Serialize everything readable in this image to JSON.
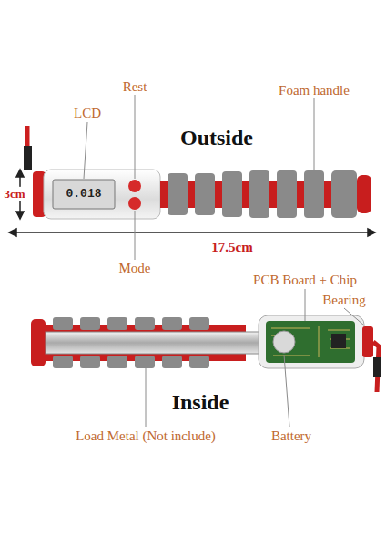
{
  "diagram": {
    "labels": [
      "LCD",
      "Rest",
      "Foam handle",
      "Outside",
      "0.018",
      "3cm",
      "17.5cm",
      "Mode",
      "PCB Board + Chip",
      "Bearing",
      "Inside",
      "Load Metal (Not include)",
      "Battery"
    ]
  }
}
